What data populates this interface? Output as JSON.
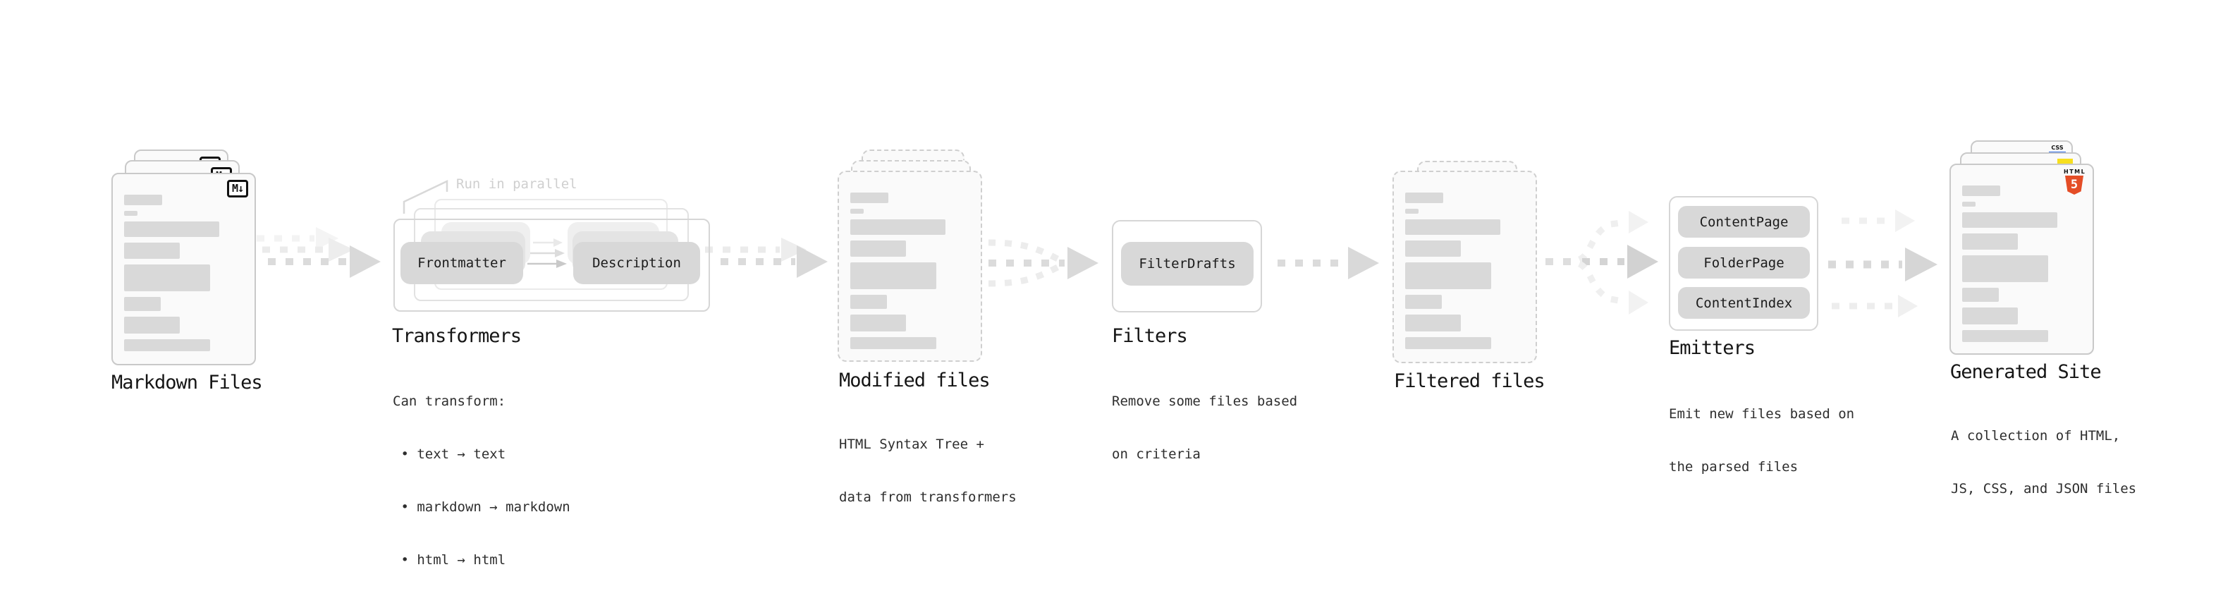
{
  "diagram": {
    "markdown_files": {
      "label": "Markdown Files",
      "badge": "M↓"
    },
    "transformers": {
      "label": "Transformers",
      "annotation": "Run in parallel",
      "step_a": "Frontmatter",
      "step_b": "Description",
      "desc_lines": [
        "Can transform:",
        " • text → text",
        " • markdown → markdown",
        " • html → html"
      ]
    },
    "modified_files": {
      "label": "Modified files",
      "desc_lines": [
        "HTML Syntax Tree +",
        "data from transformers"
      ]
    },
    "filters": {
      "label": "Filters",
      "item": "FilterDrafts",
      "desc_lines": [
        "Remove some files based",
        "on criteria"
      ]
    },
    "filtered_files": {
      "label": "Filtered files"
    },
    "emitters": {
      "label": "Emitters",
      "items": [
        "ContentPage",
        "FolderPage",
        "ContentIndex"
      ],
      "desc_lines": [
        "Emit new files based on",
        "the parsed files"
      ]
    },
    "generated_site": {
      "label": "Generated Site",
      "badges": {
        "css": "CSS",
        "html": "HTML",
        "html_num": "5"
      },
      "desc_lines": [
        "A collection of HTML,",
        "JS, CSS, and JSON files"
      ]
    }
  },
  "colors": {
    "html5_orange": "#e44d26",
    "js_yellow": "#f7df1e",
    "css_blue": "#2d6ae3",
    "arrow_gray": "#dbdbdb",
    "arrow_ghost": "#ececec",
    "card_border": "#c9c9c9",
    "bar_gray": "#d9d9d9"
  }
}
